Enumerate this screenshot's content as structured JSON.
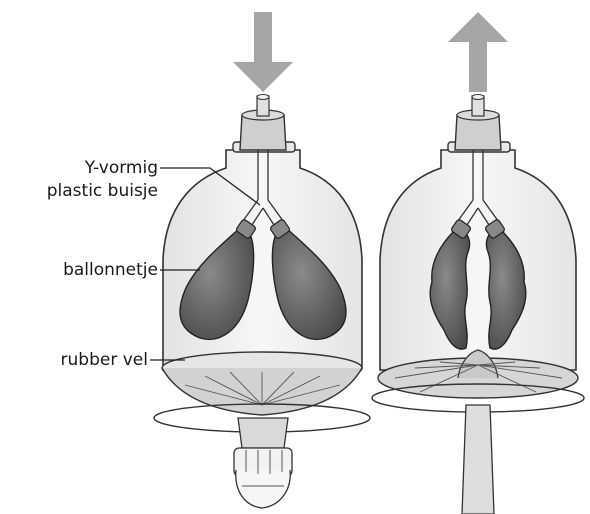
{
  "labels": {
    "tube_line1": "Y-vormig",
    "tube_line2": "plastic buisje",
    "balloon": "ballonnetje",
    "sheet": "rubber vel"
  },
  "colors": {
    "arrow": "#a6a6a6",
    "outline": "#333333",
    "jar_fill": "#eeeeee",
    "balloon": "#6a6a6a",
    "sheet": "#d6d6d6",
    "cap": "#cfcfcf"
  },
  "arrows": {
    "left_direction": "down",
    "right_direction": "up"
  }
}
